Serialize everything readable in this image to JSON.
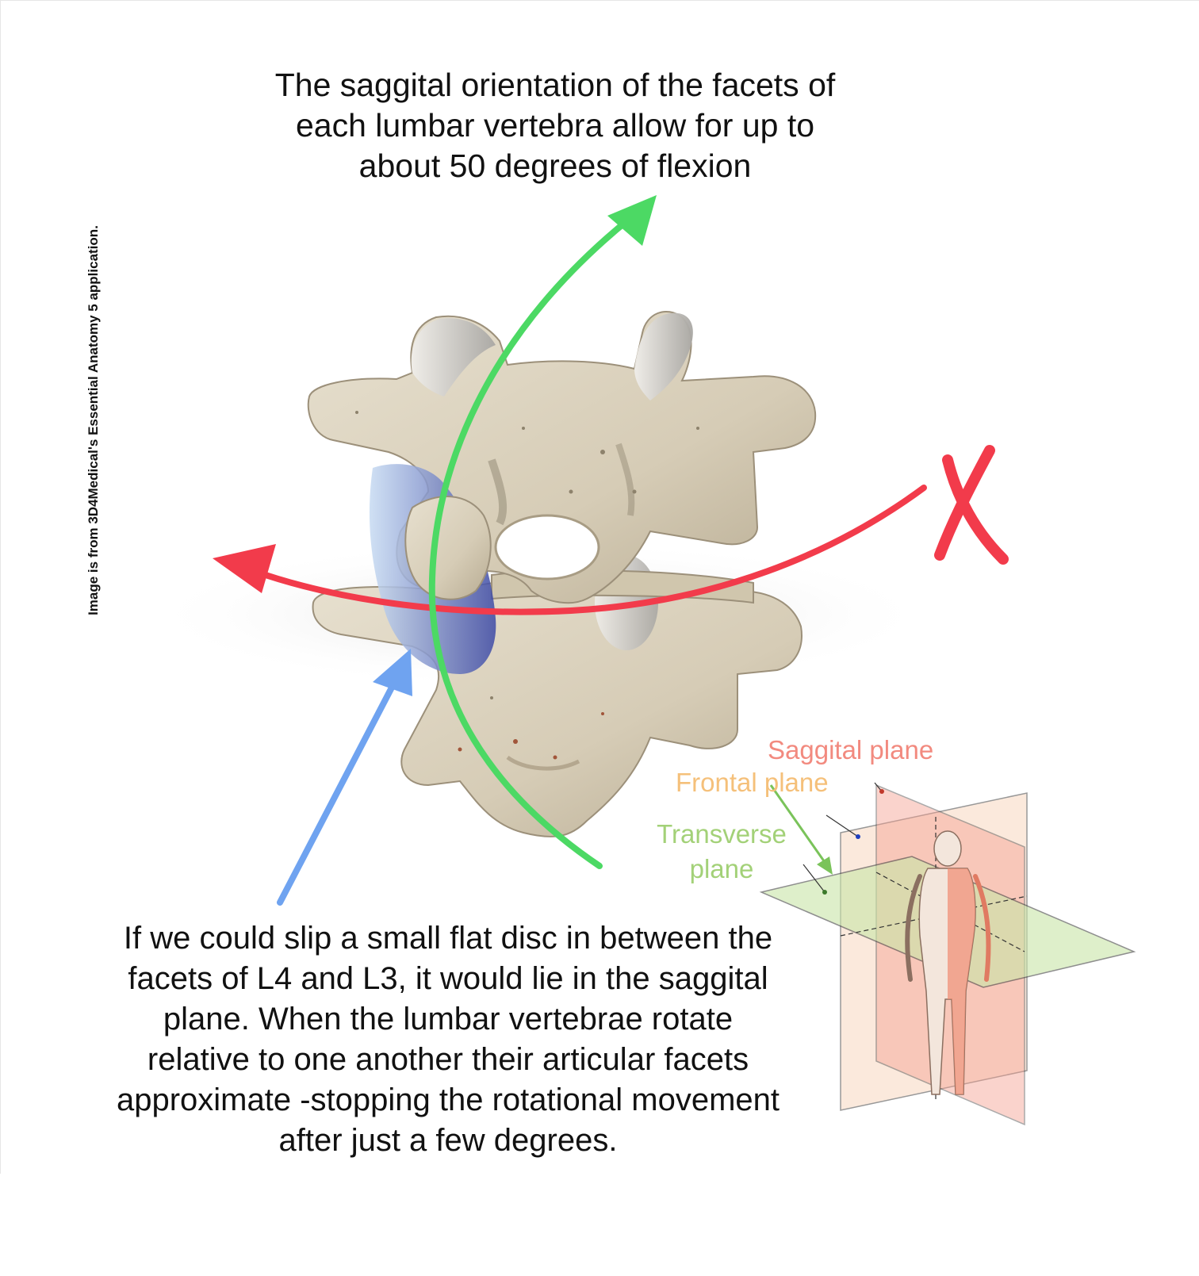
{
  "title": {
    "line1": "The saggital orientation of the facets of",
    "line2": "each lumbar vertebra allow for up to",
    "line3": "about 50 degrees of flexion"
  },
  "credit": "Image is from 3D4Medical's Essential Anatomy 5 application.",
  "caption": {
    "line1": "If we could slip a small flat disc in between the",
    "line2": "facets of L4 and L3, it would lie in the saggital",
    "line3": "plane. When the lumbar vertebrae rotate",
    "line4": "relative to one another their articular facets",
    "line5": "approximate -stopping the rotational movement",
    "line6": "after just a few degrees."
  },
  "planes": {
    "saggital": "Saggital plane",
    "frontal": "Frontal plane",
    "transverse_line1": "Transverse",
    "transverse_line2": "plane"
  },
  "colors": {
    "flexion_arrow": "#4cd964",
    "rotation_arrow": "#f23b4b",
    "disc_arrow": "#6fa3f0",
    "bone": "#d8d0bd",
    "saggital_plane": "#f6a090",
    "frontal_plane": "#f8c8a8",
    "transverse_plane": "#c9e6a8"
  },
  "icons": {
    "cross_mark": "x-mark-icon"
  }
}
